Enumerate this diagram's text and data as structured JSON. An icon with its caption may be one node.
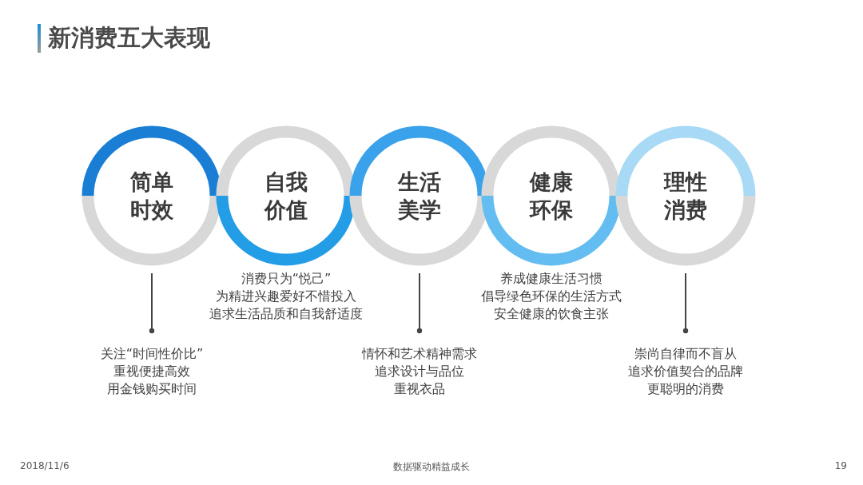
{
  "diagram": {
    "title": "新消费五大表现",
    "nodes": [
      {
        "text": [
          "简单时效"
        ]
      },
      {
        "text": [
          "自我价值"
        ]
      },
      {
        "text": [
          "生活美学"
        ]
      },
      {
        "text": [
          "健康环保"
        ]
      },
      {
        "text": [
          "理性消费"
        ]
      },
      {
        "text": [
          "关注“时间性价比”",
          "重视便捷高效",
          "用金钱购买时间"
        ]
      },
      {
        "text": [
          "消费只为“悦己”",
          "为精进兴趣爱好不惜投入",
          "追求生活品质和自我舒适度"
        ]
      },
      {
        "text": [
          "情怀和艺术精神需求",
          "追求设计与品位",
          "重视衣品"
        ]
      },
      {
        "text": [
          "养成健康生活习惯",
          "倡导绿色环保的生活方式",
          "安全健康的饮食主张"
        ]
      },
      {
        "text": [
          "崇尚自律而不盲从",
          "追求价值契合的品牌",
          "更聪明的消费"
        ]
      }
    ],
    "edges": [
      {
        "from": 0,
        "to": 5,
        "arrow": "other"
      },
      {
        "from": 2,
        "to": 7,
        "arrow": "other"
      },
      {
        "from": 4,
        "to": 9,
        "arrow": "other"
      }
    ],
    "labels": [
      "2018/11/6",
      "数据驱动精益成长",
      "19"
    ]
  }
}
